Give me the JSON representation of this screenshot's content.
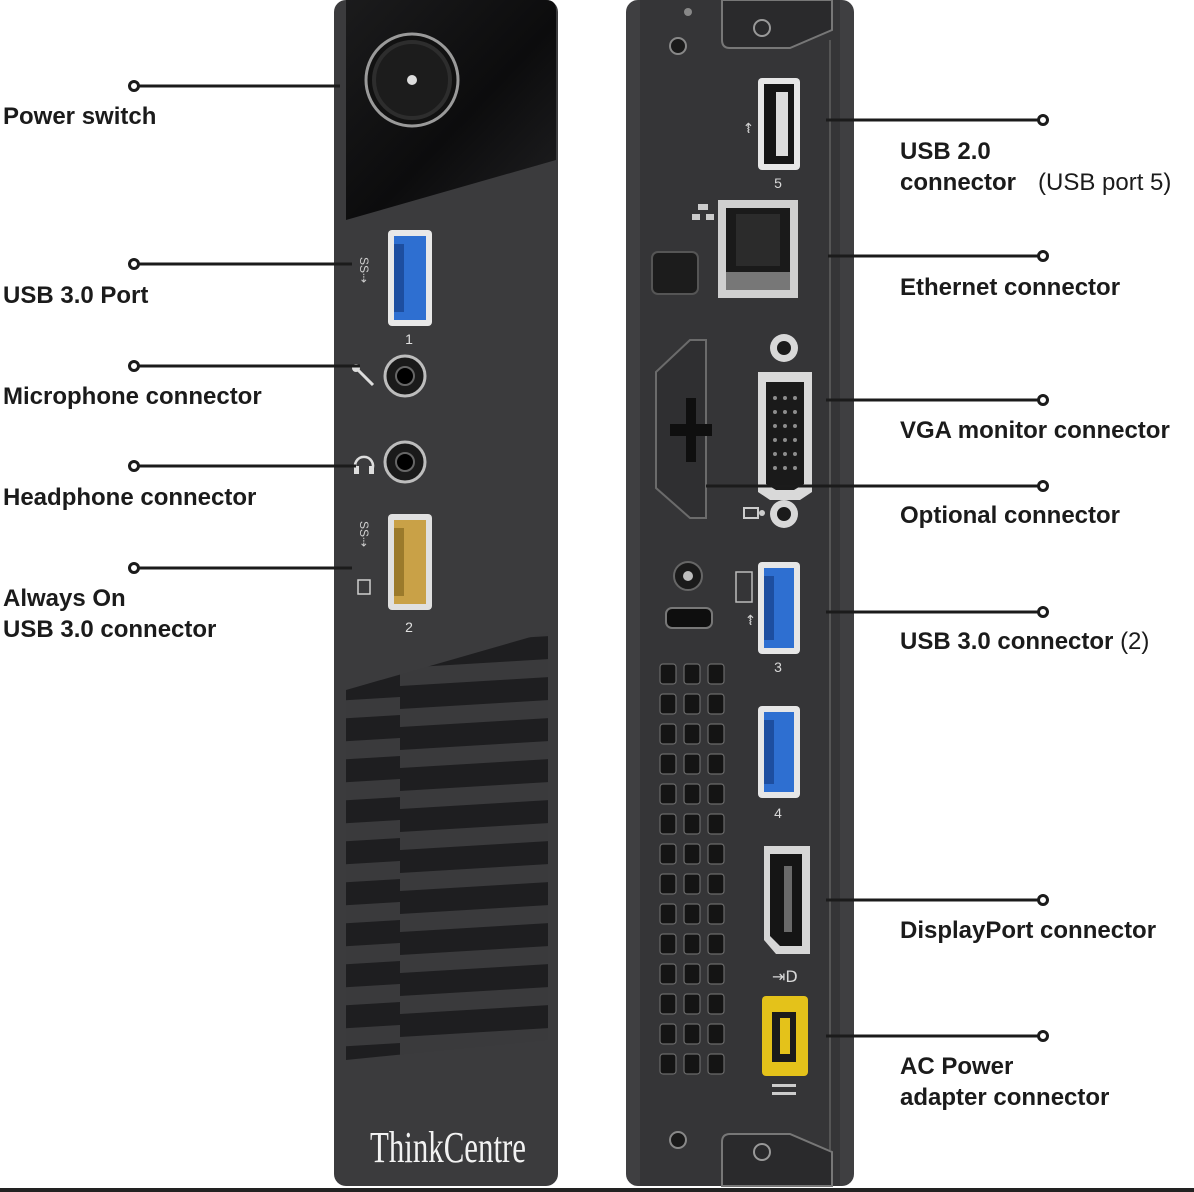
{
  "brand_logo_text": "ThinkCentre",
  "front_labels": {
    "power_switch": "Power switch",
    "usb30_port": "USB 3.0 Port",
    "microphone": "Microphone connector",
    "headphone": "Headphone connector",
    "always_on_line1": "Always On",
    "always_on_line2": "USB 3.0 connector"
  },
  "rear_labels": {
    "usb20_line1": "USB 2.0",
    "usb20_line2": "connector",
    "usb20_note": "(USB port 5)",
    "ethernet": "Ethernet connector",
    "vga": "VGA monitor connector",
    "optional": "Optional connector",
    "usb30_rear": "USB 3.0 connector",
    "usb30_rear_note": "(2)",
    "displayport": "DisplayPort connector",
    "ac_line1": "AC Power",
    "ac_line2": "adapter connector"
  },
  "port_numbers": {
    "front_usb_top": "1",
    "front_usb_bottom": "2",
    "rear_usb20": "5",
    "rear_usb30_top": "3",
    "rear_usb30_bottom": "4"
  },
  "colors": {
    "chassis": "#3d3d3f",
    "usb3_blue": "#2e6fd1",
    "usb_always_on_gold": "#c9a147",
    "ac_yellow": "#e4c21a"
  },
  "icons": [
    "power-button-icon",
    "superspeed-usb-icon",
    "microphone-icon",
    "headphone-icon",
    "usb-icon",
    "network-icon",
    "monitor-icon",
    "displayport-icon"
  ]
}
